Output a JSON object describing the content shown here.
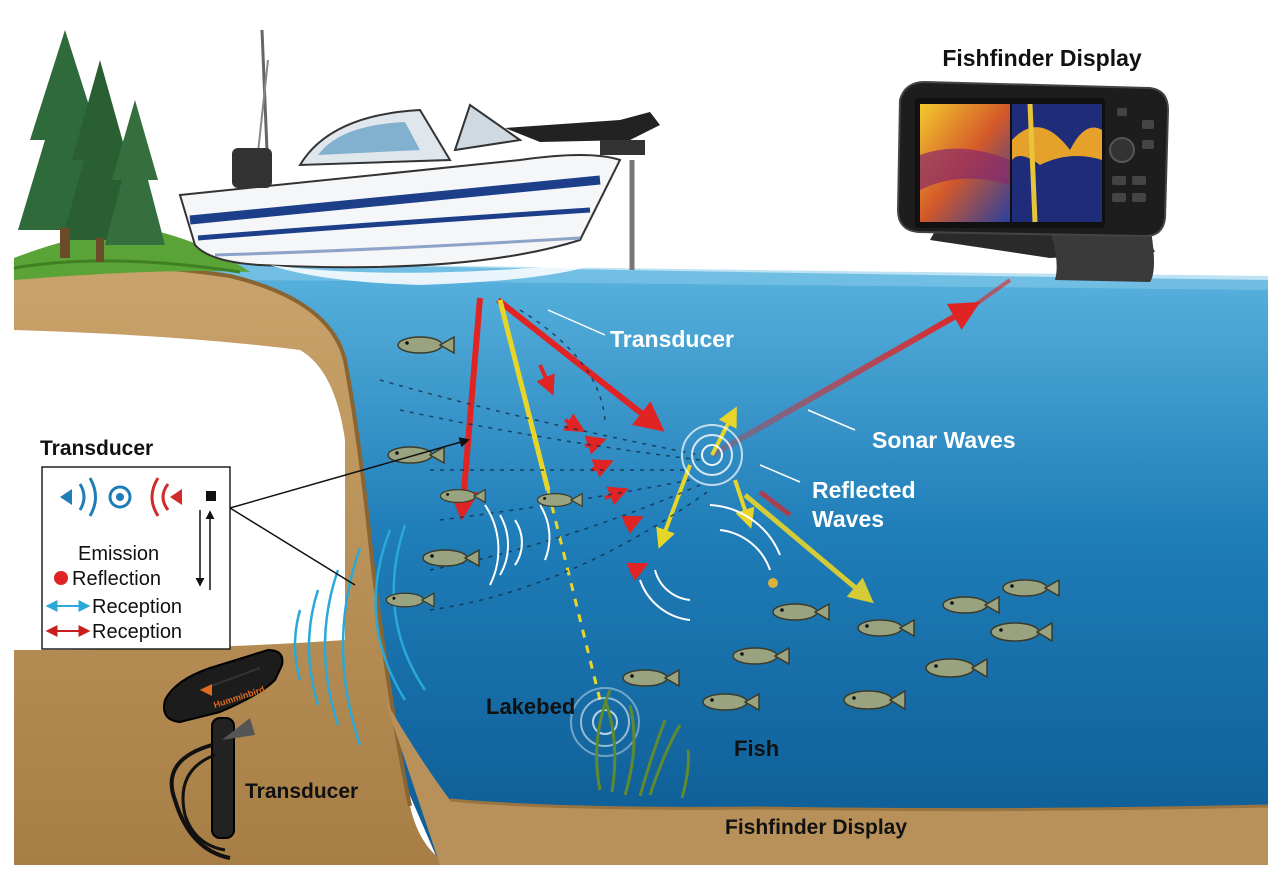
{
  "labels": {
    "fishfinder_display_top": "Fishfinder Display",
    "transducer_water": "Transducer",
    "sonar_waves": "Sonar Waves",
    "reflected_waves_line1": "Reflected",
    "reflected_waves_line2": "Waves",
    "lakebed": "Lakebed",
    "fish": "Fish",
    "transducer_device": "Transducer",
    "fishfinder_display_bottom": "Fishfinder Display"
  },
  "legend": {
    "title": "Transducer",
    "emission": "Emission",
    "reflection": "Reflection",
    "reception_blue": "Reception",
    "reception_red": "Reception"
  },
  "device": {
    "brand_mark": "Humminbird"
  },
  "colors": {
    "water_top": "#4fa8d6",
    "water_deep": "#0f5f98",
    "seabed": "#b8915a",
    "sonar_red": "#e02424",
    "sonar_yellow": "#e8d52a",
    "wave_blue": "#2aa8d8",
    "boat_stripe": "#1d3f8a"
  }
}
